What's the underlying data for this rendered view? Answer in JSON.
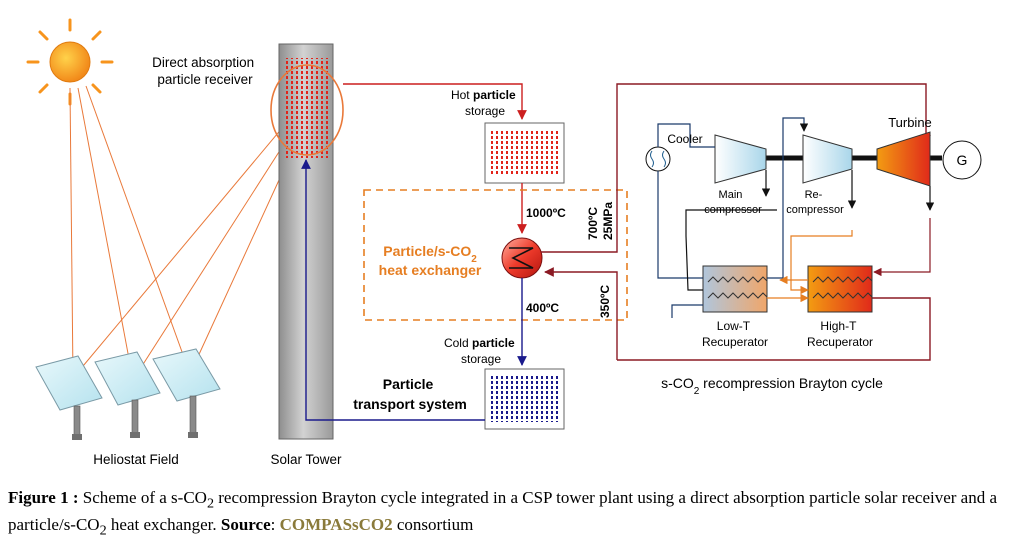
{
  "colors": {
    "particle_hot": "#cc1f1f",
    "particle_cold": "#1a1a8c",
    "co2_loop": "#8b1a24",
    "sun": "#f7941d",
    "light_ray": "#e9793a",
    "tower": "#b0b0b0",
    "heliostat": "#c6ecf4",
    "dashed_box": "#e67e22",
    "source": "#8a7a3a"
  },
  "labels": {
    "receiver": [
      "Direct absorption",
      "particle receiver"
    ],
    "hot_storage": {
      "prefix": "Hot ",
      "bold": "particle",
      "line2": "storage"
    },
    "cold_storage": {
      "prefix": "Cold ",
      "bold": "particle",
      "line2": "storage"
    },
    "heat_exchanger": {
      "line1_pre": "Particle/s-CO",
      "sub": "2",
      "line2": "heat exchanger"
    },
    "temp_in": "1000ºC",
    "temp_out": "400ºC",
    "co2_in": "350ºC",
    "co2_out_temp": "700ºC",
    "co2_out_pres": "25MPa",
    "transport": [
      "Particle",
      "transport system"
    ],
    "heliostat_field": "Heliostat Field",
    "solar_tower": "Solar Tower",
    "cooler": "Cooler",
    "main_compressor": [
      "Main",
      "compressor"
    ],
    "recompressor": [
      "Re-",
      "compressor"
    ],
    "turbine": "Turbine",
    "generator": "G",
    "low_t": [
      "Low-T",
      "Recuperator"
    ],
    "high_t": [
      "High-T",
      "Recuperator"
    ],
    "cycle": {
      "pre": "s-CO",
      "sub": "2",
      "post": " recompression Brayton cycle"
    }
  },
  "caption": {
    "label": "Figure 1 :",
    "text1": " Scheme of a s-CO",
    "sub1": "2",
    "text2": " recompression Brayton cycle integrated in a CSP tower plant using a direct absorption particle solar receiver and a particle/s-CO",
    "sub2": "2",
    "text3": " heat exchanger. ",
    "source_label": "Source",
    "source_sep": ": ",
    "source_name": "COMPASsCO2",
    "source_tail": " consortium"
  }
}
